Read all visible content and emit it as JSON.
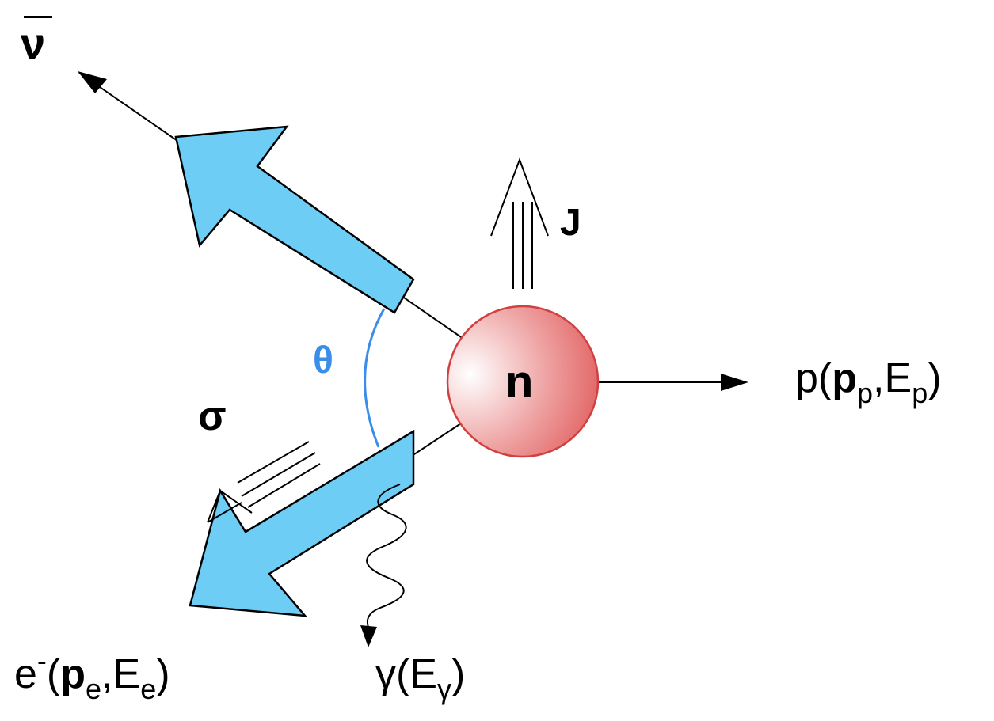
{
  "labels": {
    "antineutrino": "ν",
    "spin": "J",
    "neutron": "n",
    "angle": "θ",
    "polarization": "σ",
    "proton": {
      "symbol": "p",
      "open": "(",
      "p": "p",
      "p_sub": "p",
      "comma": ",",
      "E": "E",
      "E_sub": "p",
      "close": ")"
    },
    "electron": {
      "symbol": "e",
      "charge": "-",
      "open": "(",
      "p": "p",
      "p_sub": "e",
      "comma": ",",
      "E": "E",
      "E_sub": "e",
      "close": ")"
    },
    "photon": {
      "symbol": "γ",
      "open": "(",
      "E": "E",
      "E_sub": "γ",
      "close": ")"
    }
  },
  "colors": {
    "arrow_fill": "#6ecdf5",
    "neutron_center": "#ffffff",
    "neutron_edge": "#e05a5a",
    "neutron_stroke": "#d04040",
    "angle_arc": "#3a8de8",
    "ink": "#000000"
  }
}
